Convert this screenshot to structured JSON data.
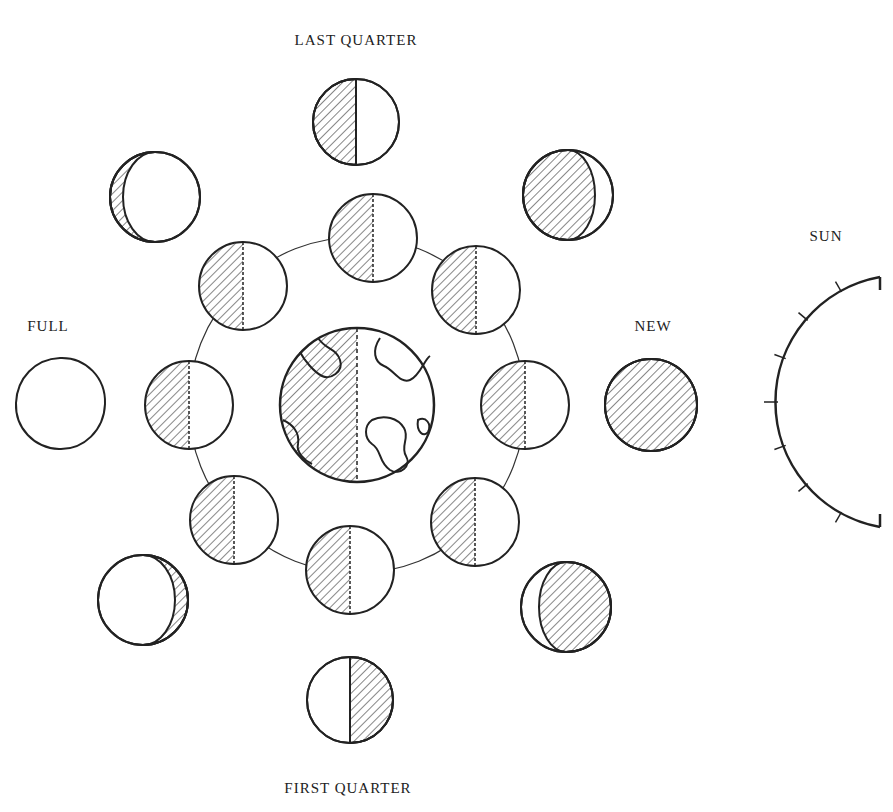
{
  "diagram": {
    "labels": [
      "LAST QUARTER",
      "SUN",
      "FULL",
      "NEW",
      "FIRST QUARTER"
    ]
  }
}
